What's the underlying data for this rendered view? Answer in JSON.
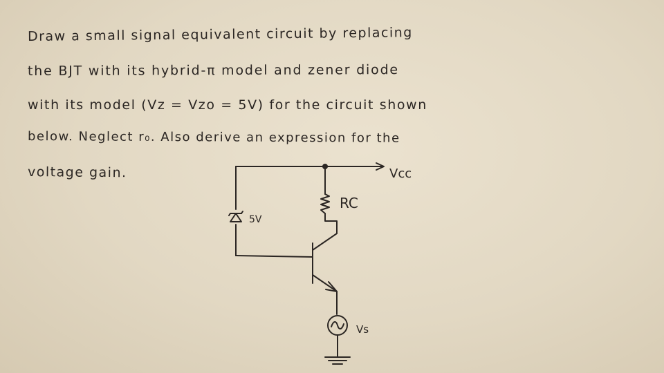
{
  "problem": {
    "lines": [
      "Draw a small signal equivalent circuit by replacing",
      "the BJT  with its hybrid-π model and zener diode",
      "with its model (Vz = Vzo = 5V) for the circuit shown",
      "below. Neglect r₀. Also derive an expression for the",
      "voltage gain."
    ]
  },
  "circuit": {
    "vcc_label": "Vcc",
    "rc_label": "RC",
    "zener_label": "5V",
    "source_label": "Vs"
  },
  "colors": {
    "ink": "#2b2623",
    "paper": "#e5dcc8"
  }
}
